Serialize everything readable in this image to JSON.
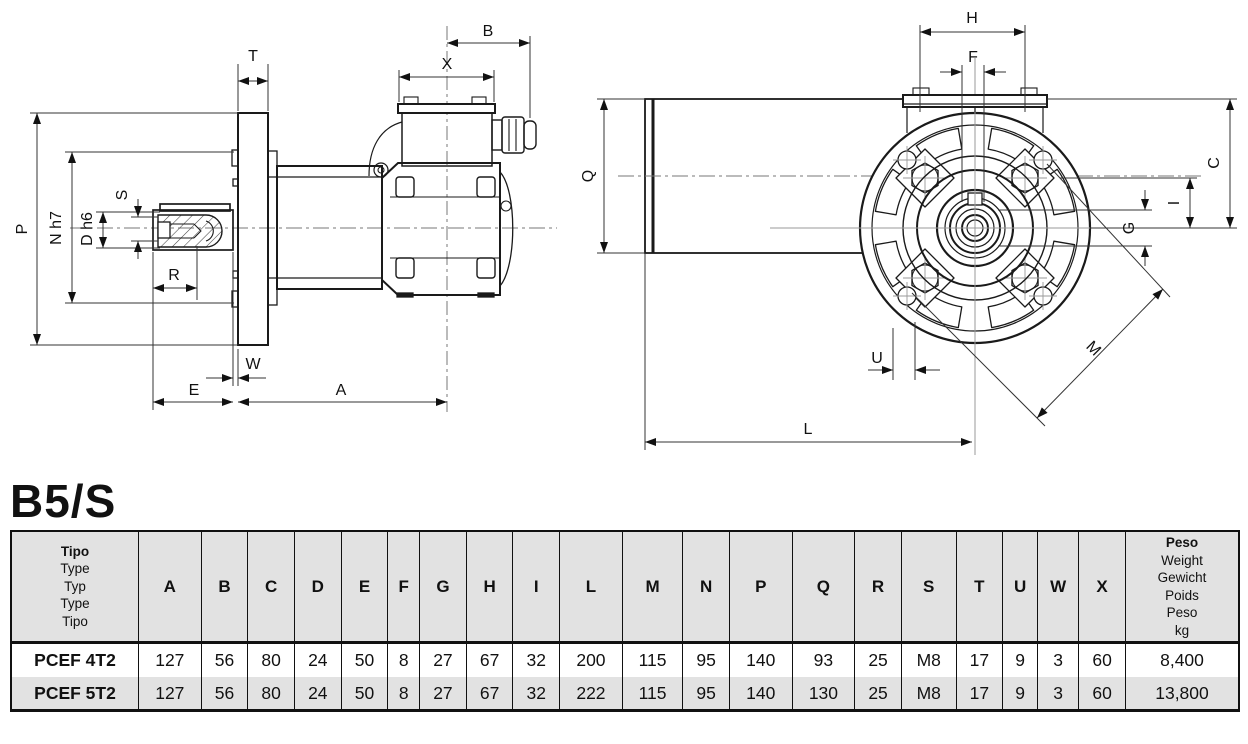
{
  "title": "B5/S",
  "colors": {
    "line": "#1a1a1a",
    "dim_line": "#333333",
    "centerline": "#777777",
    "table_header_bg": "#e2e2e2",
    "table_alt_row_bg": "#e2e2e2",
    "border": "#111111"
  },
  "diagram": {
    "left_view": {
      "name": "side-view-gearmotor",
      "labels": {
        "B": "B",
        "T": "T",
        "X": "X",
        "S": "S",
        "P": "P",
        "N": "N h7",
        "D": "D h6",
        "R": "R",
        "W": "W",
        "E": "E",
        "A": "A"
      }
    },
    "right_view": {
      "name": "front-view-flange",
      "labels": {
        "H": "H",
        "F": "F",
        "Q": "Q",
        "C": "C",
        "I": "I",
        "G": "G",
        "U": "U",
        "M": "M",
        "L": "L"
      }
    }
  },
  "table": {
    "type_header": {
      "primary": "Tipo",
      "translations": [
        "Type",
        "Typ",
        "Type",
        "Tipo"
      ]
    },
    "dim_columns": [
      "A",
      "B",
      "C",
      "D",
      "E",
      "F",
      "G",
      "H",
      "I",
      "L",
      "M",
      "N",
      "P",
      "Q",
      "R",
      "S",
      "T",
      "U",
      "W",
      "X"
    ],
    "weight_header": {
      "primary": "Peso",
      "translations": [
        "Weight",
        "Gewicht",
        "Poids",
        "Peso",
        "kg"
      ]
    },
    "rows": [
      {
        "type": "PCEF 4T2",
        "values": [
          "127",
          "56",
          "80",
          "24",
          "50",
          "8",
          "27",
          "67",
          "32",
          "200",
          "115",
          "95",
          "140",
          "93",
          "25",
          "M8",
          "17",
          "9",
          "3",
          "60"
        ],
        "weight": "8,400"
      },
      {
        "type": "PCEF 5T2",
        "values": [
          "127",
          "56",
          "80",
          "24",
          "50",
          "8",
          "27",
          "67",
          "32",
          "222",
          "115",
          "95",
          "140",
          "130",
          "25",
          "M8",
          "17",
          "9",
          "3",
          "60"
        ],
        "weight": "13,800"
      }
    ]
  }
}
